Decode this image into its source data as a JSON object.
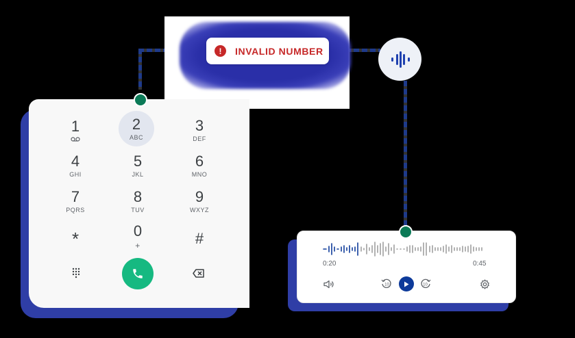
{
  "alert": {
    "icon": "error-icon",
    "icon_glyph": "!",
    "text": "INVALID NUMBER",
    "color": "#c62828"
  },
  "voice_icon": "audio-waveform-icon",
  "dialer": {
    "keys": [
      {
        "num": "1",
        "sub": "voicemail"
      },
      {
        "num": "2",
        "sub": "ABC"
      },
      {
        "num": "3",
        "sub": "DEF"
      },
      {
        "num": "4",
        "sub": "GHI"
      },
      {
        "num": "5",
        "sub": "JKL"
      },
      {
        "num": "6",
        "sub": "MNO"
      },
      {
        "num": "7",
        "sub": "PQRS"
      },
      {
        "num": "8",
        "sub": "TUV"
      },
      {
        "num": "9",
        "sub": "WXYZ"
      },
      {
        "num": "*",
        "sub": ""
      },
      {
        "num": "0",
        "sub": "+"
      },
      {
        "num": "#",
        "sub": ""
      }
    ],
    "active_key": "2",
    "call_color": "#16b981"
  },
  "player": {
    "current_time": "0:20",
    "total_time": "0:45",
    "controls": [
      "volume-icon",
      "rewind-10-icon",
      "play-icon",
      "forward-10-icon",
      "settings-icon"
    ],
    "accent": "#0d3a9a"
  },
  "colors": {
    "shadow": "#2f3ea6",
    "connector_dot": "#0b7a57"
  }
}
